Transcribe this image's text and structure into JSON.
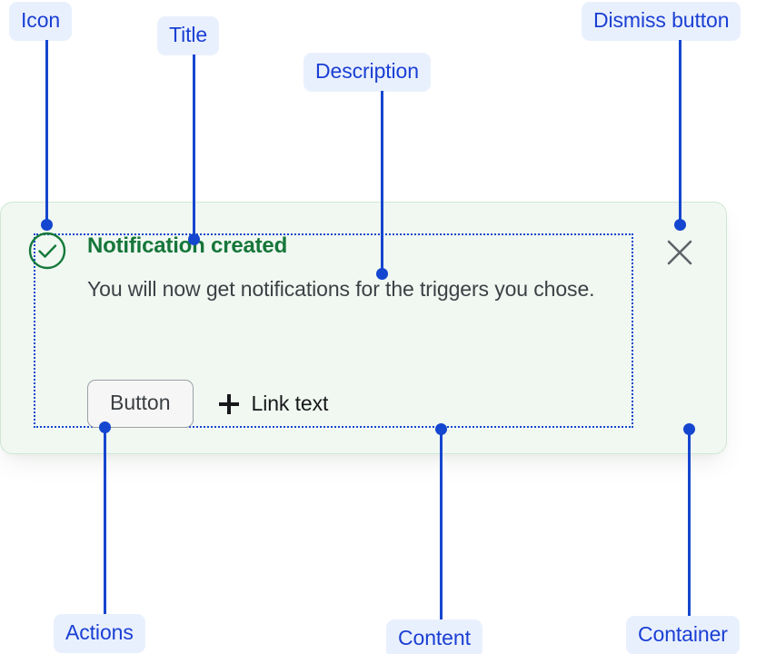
{
  "annotations": {
    "icon": "Icon",
    "title": "Title",
    "description": "Description",
    "dismiss_button": "Dismiss button",
    "actions": "Actions",
    "content": "Content",
    "container": "Container"
  },
  "notification": {
    "status": "success",
    "icon_name": "check-circle-icon",
    "title": "Notification created",
    "description": "You will now get notifications for the triggers you chose.",
    "button_label": "Button",
    "link_label": "Link text",
    "link_icon_name": "plus-icon",
    "dismiss_icon_name": "close-icon"
  },
  "colors": {
    "annotation_chip_bg": "#e9f0fd",
    "annotation_text": "#1a3fd4",
    "leader_line": "#1546cf",
    "card_bg": "#f0f8f1",
    "card_border": "#cfe7d4",
    "title_green": "#16763a",
    "description_gray": "#3d4045",
    "button_border": "#9aa0a6",
    "dismiss_gray": "#5f6368",
    "content_outline": "#1546cf"
  }
}
